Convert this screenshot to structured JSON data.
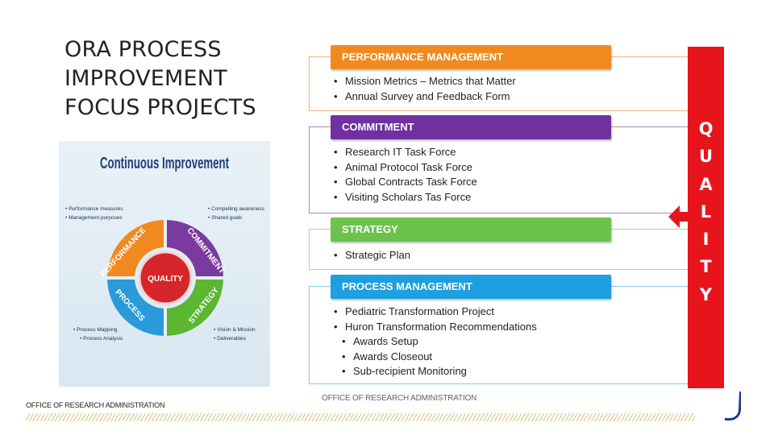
{
  "title_lines": [
    "ORA PROCESS",
    "IMPROVEMENT",
    "FOCUS PROJECTS"
  ],
  "cycle_graphic": {
    "heading": "Continuous Improvement",
    "center": "QUALITY",
    "segments": [
      "PERFORMANCE",
      "COMMITMENT",
      "STRATEGY",
      "PROCESS"
    ],
    "notes_performance": [
      "• Performance measures",
      "• Management purposes"
    ],
    "notes_commitment": [
      "• Compelling awareness",
      "• Shared goals"
    ],
    "notes_strategy": [
      "• Vision & Mission",
      "• Deliverables"
    ],
    "notes_process": [
      "• Process Mapping",
      "• Process Analysis"
    ],
    "colors": {
      "performance": "#f08a1e",
      "commitment": "#7a3b9e",
      "strategy": "#5bb632",
      "process": "#2a9ad8",
      "center": "#d7262b"
    }
  },
  "sections": [
    {
      "header": "PERFORMANCE MANAGEMENT",
      "color": "#f08a1e",
      "items": [
        "Mission Metrics – Metrics that Matter",
        "Annual Survey and Feedback Form"
      ]
    },
    {
      "header": "COMMITMENT",
      "color": "#7030a0",
      "items": [
        "Research IT Task Force",
        "Animal Protocol Task Force",
        "Global Contracts Task Force",
        "Visiting Scholars Tas Force"
      ]
    },
    {
      "header": "STRATEGY",
      "color": "#6cc24a",
      "items": [
        "Strategic Plan"
      ]
    },
    {
      "header": "PROCESS MANAGEMENT",
      "color": "#1ea0e0",
      "items": [
        "Pediatric Transformation Project",
        "Huron Transformation Recommendations"
      ],
      "subitems": [
        "Awards Setup",
        "Awards Closeout",
        "Sub-recipient Monitoring"
      ]
    }
  ],
  "quality_letters": [
    "Q",
    "U",
    "A",
    "L",
    "I",
    "T",
    "Y"
  ],
  "quality_color": "#e8141c",
  "footer_center": "OFFICE OF RESEARCH ADMINISTRATION",
  "footer_left": "OFFICE OF RESEARCH ADMINISTRATION"
}
